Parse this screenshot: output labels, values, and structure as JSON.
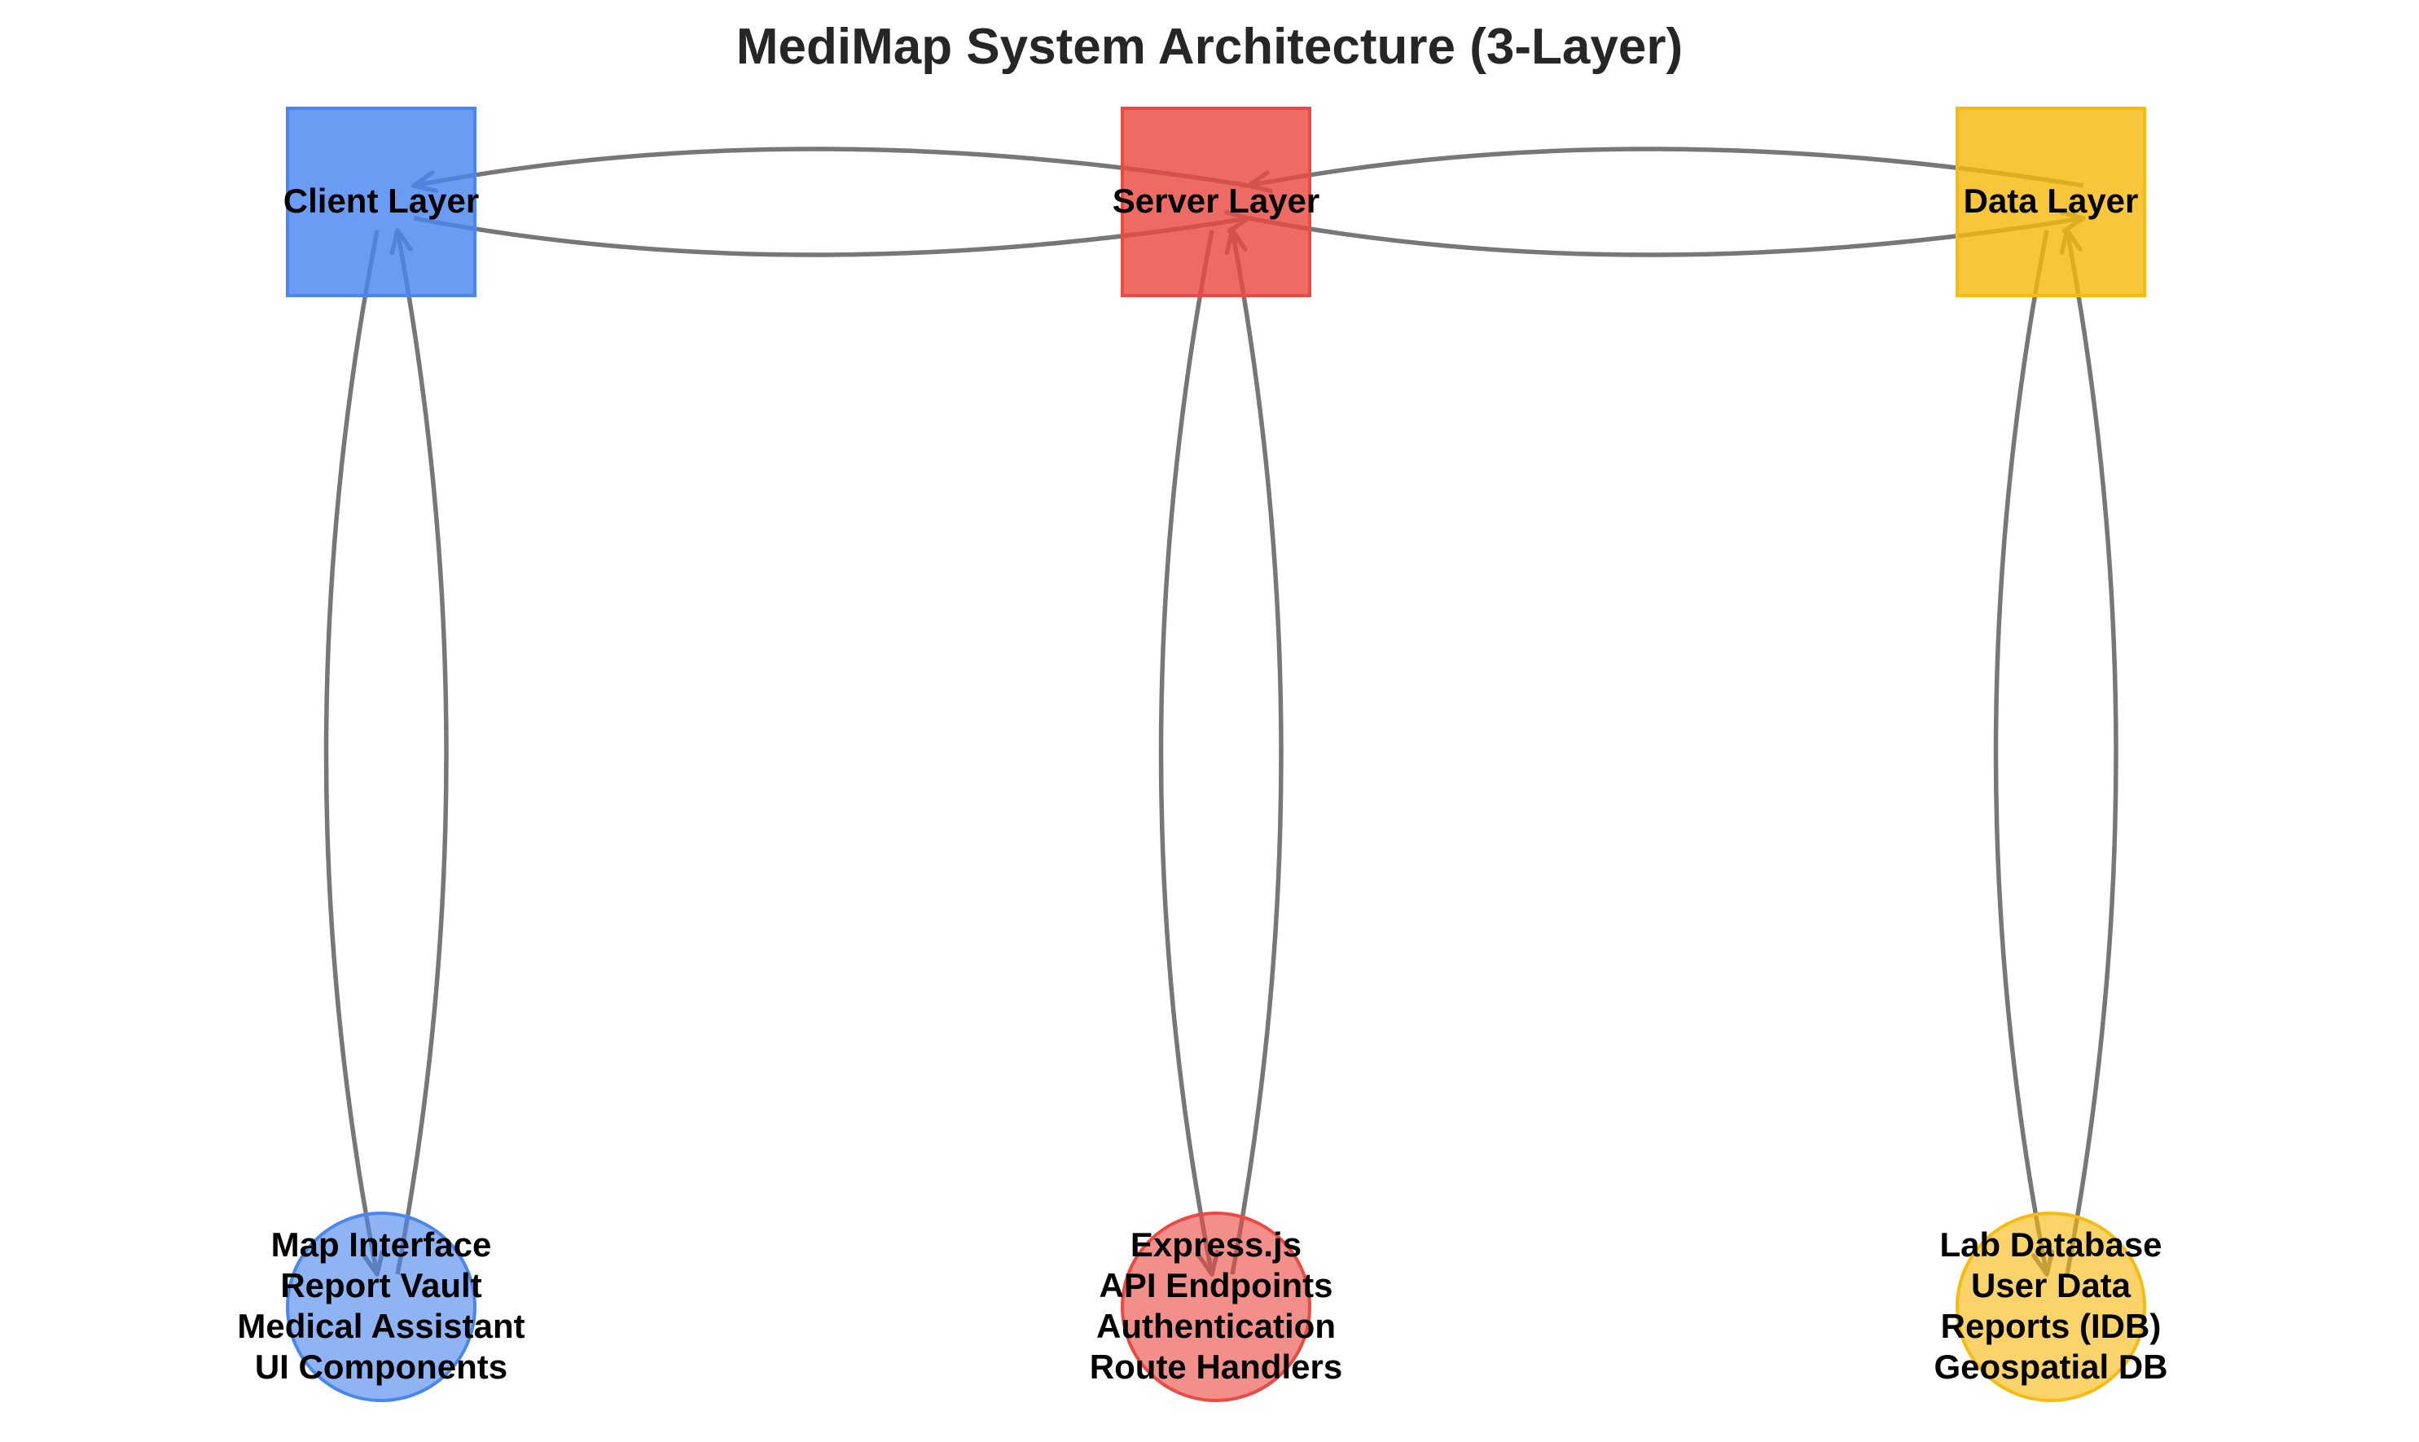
{
  "title": "MediMap System Architecture (3-Layer)",
  "layers": [
    {
      "id": "client",
      "label": "Client Layer",
      "color": "#4A86F0",
      "components": [
        "Map Interface",
        "Report Vault",
        "Medical Assistant",
        "UI Components"
      ]
    },
    {
      "id": "server",
      "label": "Server Layer",
      "color": "#EA4A42",
      "components": [
        "Express.js",
        "API Endpoints",
        "Authentication",
        "Route Handlers"
      ]
    },
    {
      "id": "data",
      "label": "Data Layer",
      "color": "#F7BA0F",
      "components": [
        "Lab Database",
        "User Data",
        "Reports (IDB)",
        "Geospatial DB"
      ]
    }
  ],
  "connections": [
    {
      "from": "client",
      "to": "server",
      "bidirectional": true
    },
    {
      "from": "server",
      "to": "data",
      "bidirectional": true
    },
    {
      "from": "client",
      "to": "client-components",
      "bidirectional": true
    },
    {
      "from": "server",
      "to": "server-components",
      "bidirectional": true
    },
    {
      "from": "data",
      "to": "data-components",
      "bidirectional": true
    }
  ],
  "colors": {
    "edge": "#777777",
    "title": "#262626",
    "label": "#000000"
  }
}
